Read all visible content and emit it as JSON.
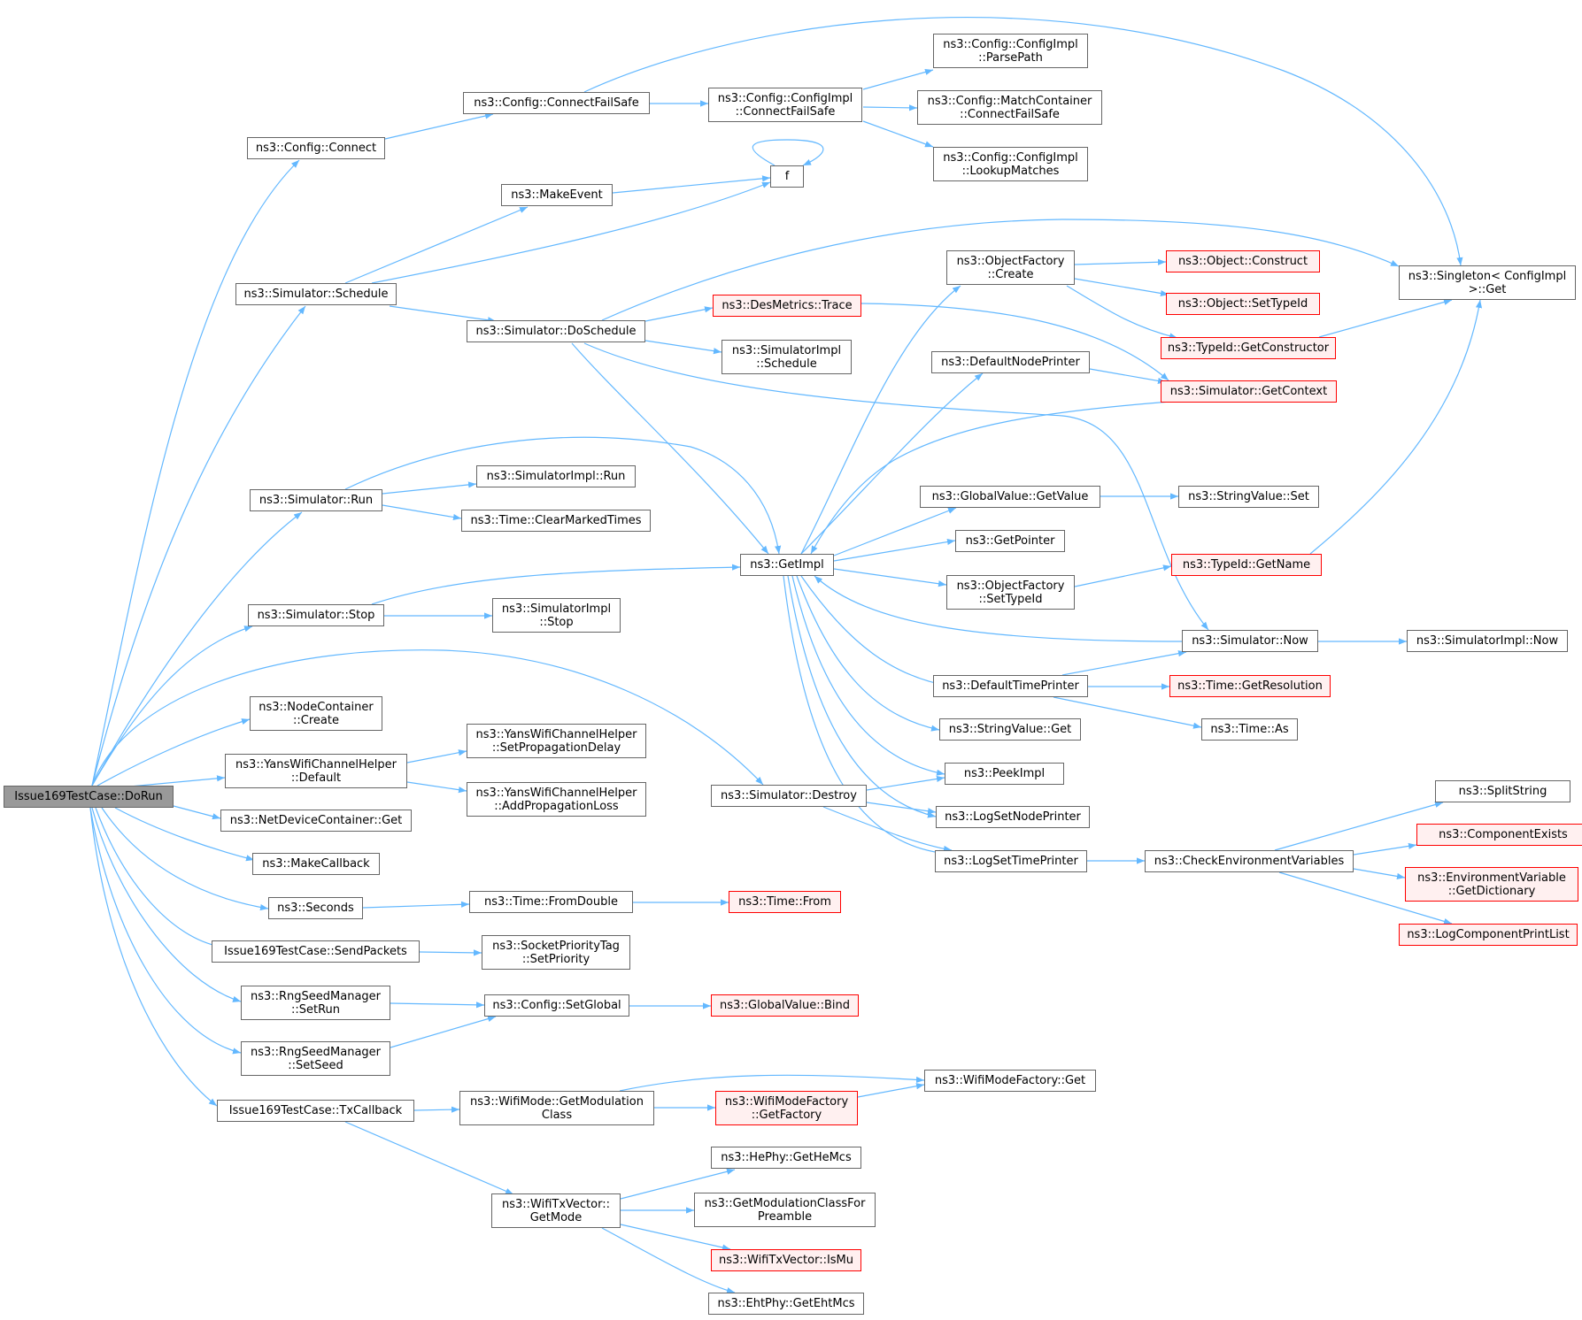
{
  "colors": {
    "edge": "#63b8ff",
    "node_border": "#666666",
    "node_red_border": "#ff0000",
    "root_fill": "#999999"
  },
  "nodes": {
    "dorun": [
      "Issue169TestCase::DoRun"
    ],
    "connect": [
      "ns3::Config::Connect"
    ],
    "connectfailsafe": [
      "ns3::Config::ConnectFailSafe"
    ],
    "configimpl_cfs": [
      "ns3::Config::ConfigImpl",
      "::ConnectFailSafe"
    ],
    "parsepath": [
      "ns3::Config::ConfigImpl",
      "::ParsePath"
    ],
    "matchcontainer_cfs": [
      "ns3::Config::MatchContainer",
      "::ConnectFailSafe"
    ],
    "lookupmatches": [
      "ns3::Config::ConfigImpl",
      "::LookupMatches"
    ],
    "singleton_get": [
      "ns3::Singleton< ConfigImpl",
      ">::Get"
    ],
    "makeevent": [
      "ns3::MakeEvent"
    ],
    "f": [
      "f"
    ],
    "schedule": [
      "ns3::Simulator::Schedule"
    ],
    "doschedule": [
      "ns3::Simulator::DoSchedule"
    ],
    "desmetrics_trace": [
      "ns3::DesMetrics::Trace"
    ],
    "simimpl_schedule": [
      "ns3::SimulatorImpl",
      "::Schedule"
    ],
    "objfactory_create": [
      "ns3::ObjectFactory",
      "::Create"
    ],
    "object_construct": [
      "ns3::Object::Construct"
    ],
    "object_settypeid": [
      "ns3::Object::SetTypeId"
    ],
    "typeid_getconstructor": [
      "ns3::TypeId::GetConstructor"
    ],
    "defaultnodeprinter": [
      "ns3::DefaultNodePrinter"
    ],
    "getcontext": [
      "ns3::Simulator::GetContext"
    ],
    "sim_run": [
      "ns3::Simulator::Run"
    ],
    "simimpl_run": [
      "ns3::SimulatorImpl::Run"
    ],
    "clearmarkedtimes": [
      "ns3::Time::ClearMarkedTimes"
    ],
    "globalvalue_getvalue": [
      "ns3::GlobalValue::GetValue"
    ],
    "stringvalue_set": [
      "ns3::StringValue::Set"
    ],
    "getpointer": [
      "ns3::GetPointer"
    ],
    "getimpl": [
      "ns3::GetImpl"
    ],
    "objfactory_settypeid": [
      "ns3::ObjectFactory",
      "::SetTypeId"
    ],
    "typeid_getname": [
      "ns3::TypeId::GetName"
    ],
    "sim_stop": [
      "ns3::Simulator::Stop"
    ],
    "simimpl_stop": [
      "ns3::SimulatorImpl",
      "::Stop"
    ],
    "sim_now": [
      "ns3::Simulator::Now"
    ],
    "simimpl_now": [
      "ns3::SimulatorImpl::Now"
    ],
    "defaulttimeprinter": [
      "ns3::DefaultTimePrinter"
    ],
    "time_getresolution": [
      "ns3::Time::GetResolution"
    ],
    "nodecontainer_create": [
      "ns3::NodeContainer",
      "::Create"
    ],
    "stringvalue_get": [
      "ns3::StringValue::Get"
    ],
    "time_as": [
      "ns3::Time::As"
    ],
    "yans_default": [
      "ns3::YansWifiChannelHelper",
      "::Default"
    ],
    "yans_setpropdelay": [
      "ns3::YansWifiChannelHelper",
      "::SetPropagationDelay"
    ],
    "yans_addproploss": [
      "ns3::YansWifiChannelHelper",
      "::AddPropagationLoss"
    ],
    "sim_destroy": [
      "ns3::Simulator::Destroy"
    ],
    "peekimpl": [
      "ns3::PeekImpl"
    ],
    "splitstring": [
      "ns3::SplitString"
    ],
    "netdevcontainer_get": [
      "ns3::NetDeviceContainer::Get"
    ],
    "logsetnodeprinter": [
      "ns3::LogSetNodePrinter"
    ],
    "componentexists": [
      "ns3::ComponentExists"
    ],
    "makecallback": [
      "ns3::MakeCallback"
    ],
    "logsettimeprinter": [
      "ns3::LogSetTimePrinter"
    ],
    "checkenvvars": [
      "ns3::CheckEnvironmentVariables"
    ],
    "envvar_getdict": [
      "ns3::EnvironmentVariable",
      "::GetDictionary"
    ],
    "seconds": [
      "ns3::Seconds"
    ],
    "time_fromdouble": [
      "ns3::Time::FromDouble"
    ],
    "time_from": [
      "ns3::Time::From"
    ],
    "logcomponentprintlist": [
      "ns3::LogComponentPrintList"
    ],
    "sendpackets": [
      "Issue169TestCase::SendPackets"
    ],
    "socketprioritytag": [
      "ns3::SocketPriorityTag",
      "::SetPriority"
    ],
    "rng_setrun": [
      "ns3::RngSeedManager",
      "::SetRun"
    ],
    "config_setglobal": [
      "ns3::Config::SetGlobal"
    ],
    "globalvalue_bind": [
      "ns3::GlobalValue::Bind"
    ],
    "rng_setseed": [
      "ns3::RngSeedManager",
      "::SetSeed"
    ],
    "wifimodefactory_get": [
      "ns3::WifiModeFactory::Get"
    ],
    "txcallback": [
      "Issue169TestCase::TxCallback"
    ],
    "wifimode_getmodclass": [
      "ns3::WifiMode::GetModulation",
      "Class"
    ],
    "wifimodefactory_getfactory": [
      "ns3::WifiModeFactory",
      "::GetFactory"
    ],
    "hephy_gethemcs": [
      "ns3::HePhy::GetHeMcs"
    ],
    "wifitxvector_getmode": [
      "ns3::WifiTxVector::",
      "GetMode"
    ],
    "getmodclassforpreamble": [
      "ns3::GetModulationClassFor",
      "Preamble"
    ],
    "wifitxvector_ismu": [
      "ns3::WifiTxVector::IsMu"
    ],
    "ehtphy_getehtmcs": [
      "ns3::EhtPhy::GetEhtMcs"
    ]
  }
}
